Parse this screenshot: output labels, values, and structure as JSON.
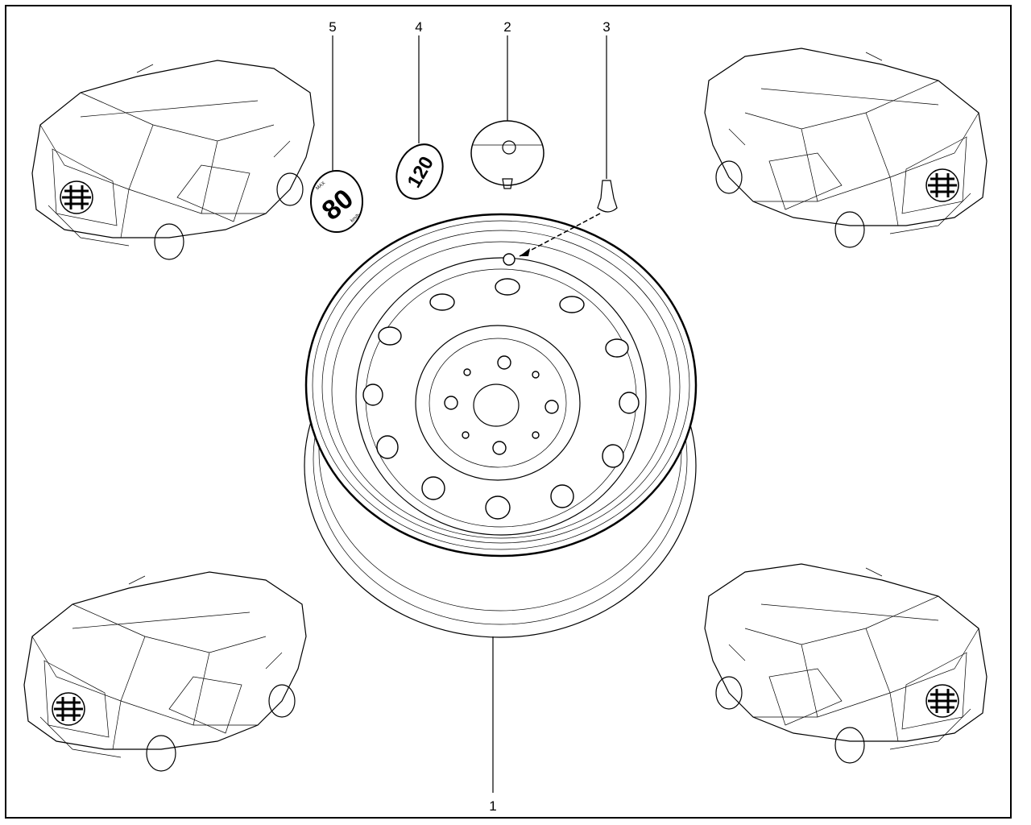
{
  "callouts": [
    {
      "id": "5",
      "label": "5"
    },
    {
      "id": "4",
      "label": "4"
    },
    {
      "id": "2",
      "label": "2"
    },
    {
      "id": "3",
      "label": "3"
    },
    {
      "id": "1",
      "label": "1"
    }
  ],
  "badge_80": {
    "top": "MAX",
    "value": "80",
    "unit": "km/h"
  },
  "badge_120": {
    "value": "120"
  },
  "colors": {
    "line": "#000000",
    "background": "#ffffff"
  }
}
